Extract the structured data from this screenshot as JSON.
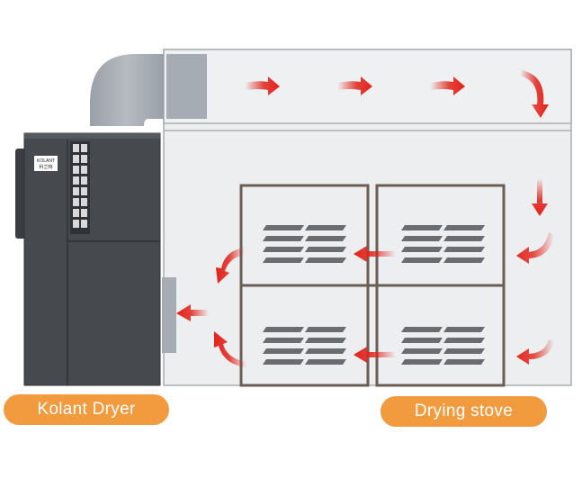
{
  "labels": {
    "dryer": "Kolant Dryer",
    "stove": "Drying stove"
  },
  "dryer_badge": {
    "line1": "KOLANT",
    "line2": "科兰特"
  },
  "colors": {
    "arrow": "#e2231a",
    "label_bg": "#f29a3e",
    "label_text": "#ffffff",
    "dryer_body": "#464a4f",
    "chamber_bg": "#eceef0",
    "chamber_border": "#a9adb1",
    "duct": "#a6acb3",
    "rack_frame": "#6b5d54",
    "tray_slat": "#6a6d70"
  }
}
